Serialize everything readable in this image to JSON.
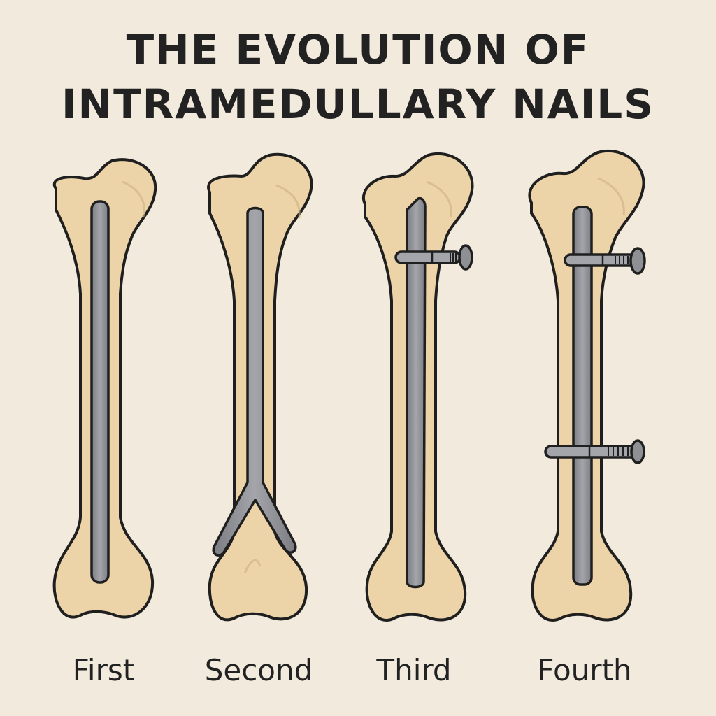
{
  "title": {
    "line1": "THE EVOLUTION OF",
    "line2": "INTRAMEDULLARY NAILS"
  },
  "bones": [
    {
      "label": "First",
      "nail": "straight rod"
    },
    {
      "label": "Second",
      "nail": "Y-shaped forked rod"
    },
    {
      "label": "Third",
      "nail": "rod with one proximal locking screw"
    },
    {
      "label": "Fourth",
      "nail": "rod with proximal and distal locking screws"
    }
  ],
  "colors": {
    "background": "#f2eadc",
    "bone": "#ecd3a8",
    "bone_shade": "#d9bb8a",
    "nail": "#8e9094",
    "outline": "#1f1f1f",
    "text": "#222222"
  }
}
